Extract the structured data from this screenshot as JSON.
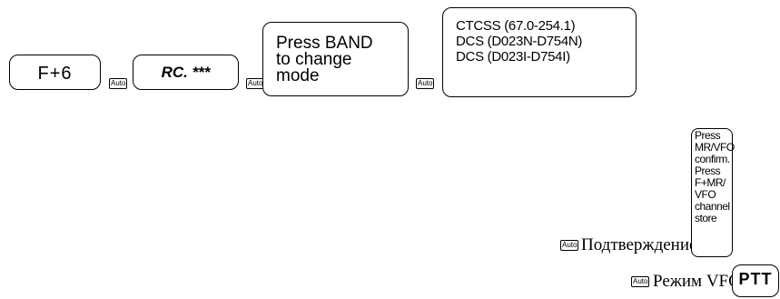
{
  "top_row": {
    "key_f6": "F+6",
    "auto_label": "Auto",
    "display_rc": "RC. ***",
    "press_band": [
      "Press BAND",
      "to change",
      "mode"
    ],
    "tone_codes": [
      "CTCSS (67.0-254.1)",
      "DCS (D023N-D754N)",
      "DCS (D023I-D754I)"
    ]
  },
  "confirm_row": {
    "auto_label": "Auto",
    "text": "Подтверждение -",
    "box_lines": [
      "Press",
      "MR/VFO",
      "confirm.",
      "Press",
      "F+MR/",
      "VFO",
      "channel",
      "store"
    ]
  },
  "vfo_row": {
    "auto_label": "Auto",
    "text": "Режим VFO -",
    "ptt_label": "PTT"
  }
}
